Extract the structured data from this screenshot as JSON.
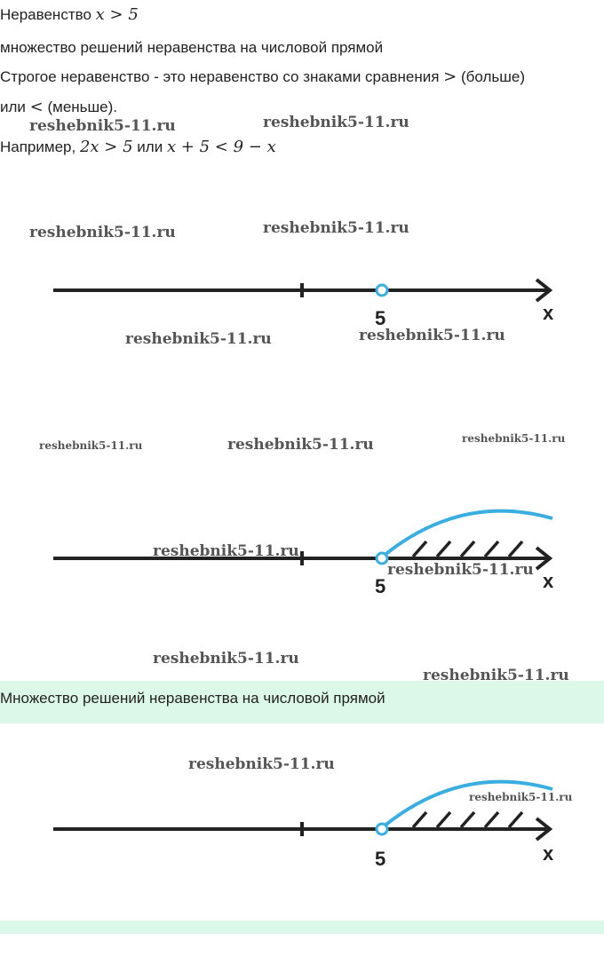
{
  "lines": {
    "l1_text": "Неравенство",
    "l1_math": "x > 5",
    "l2": "множество решений неравенства на числовой прямой",
    "l3_a": "Строгое неравенство - это неравенство со знаками сравнения",
    "l3_sym": ">",
    "l3_b": "(больше)",
    "l4_a": "или",
    "l4_sym": "<",
    "l4_b": "(меньше).",
    "l5_a": "Например,",
    "l5_m1": "2x > 5",
    "l5_b": "или",
    "l5_m2": "x + 5 < 9 − x"
  },
  "caption": "Множество решений неравенства на числовой прямой",
  "figure": {
    "point_label": "5",
    "axis_label": "x",
    "point": 5
  },
  "watermark": "reshebnik5-11.ru",
  "colors": {
    "arc": "#3aaee0",
    "band": "#dcf8e8",
    "line": "#222222"
  }
}
